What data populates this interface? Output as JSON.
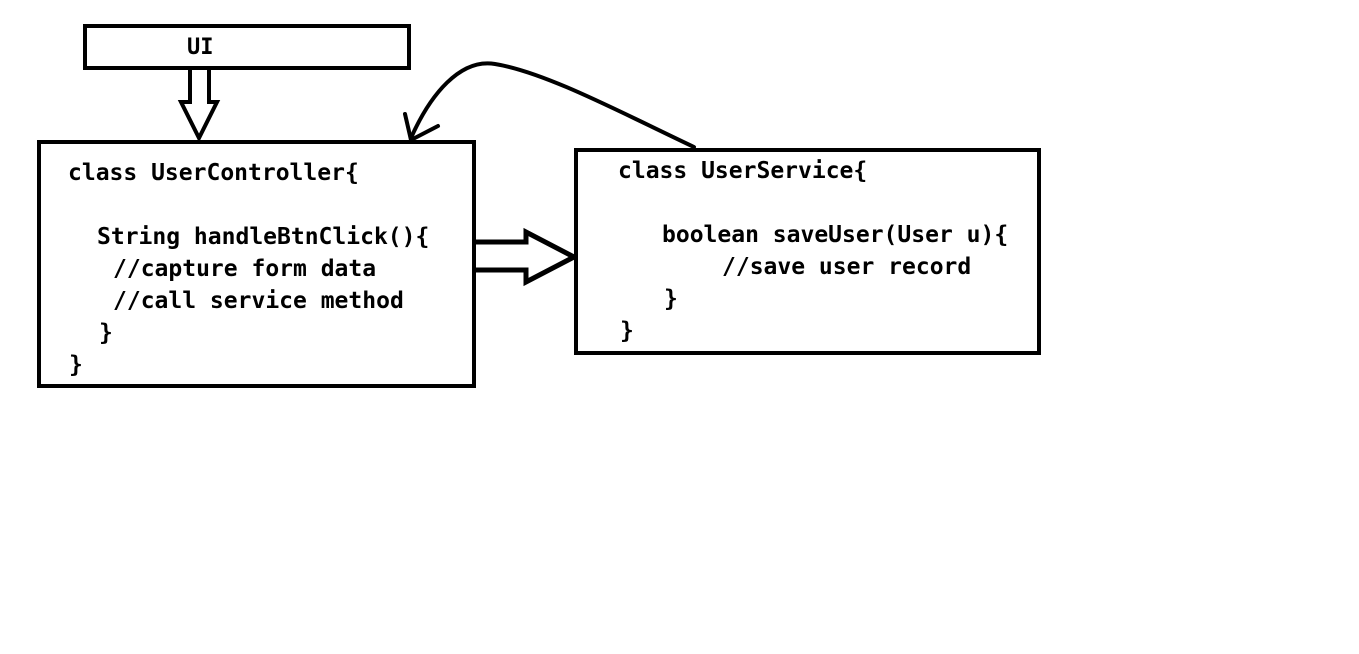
{
  "ui_box": {
    "label": "UI"
  },
  "controller": {
    "lines": [
      "class UserController{",
      "String handleBtnClick(){",
      "//capture form data",
      "//call service method",
      "}",
      "}"
    ]
  },
  "service": {
    "lines": [
      "class UserService{",
      "boolean saveUser(User u){",
      "//save user record",
      "}",
      "}"
    ]
  },
  "arrows": [
    {
      "from": "UI",
      "to": "UserController",
      "style": "hollow-block-down"
    },
    {
      "from": "UserController",
      "to": "UserService",
      "style": "hollow-block-right"
    },
    {
      "from": "UserService",
      "to": "UserController",
      "style": "curved-line"
    }
  ],
  "colors": {
    "stroke": "#000000",
    "background": "#ffffff"
  }
}
